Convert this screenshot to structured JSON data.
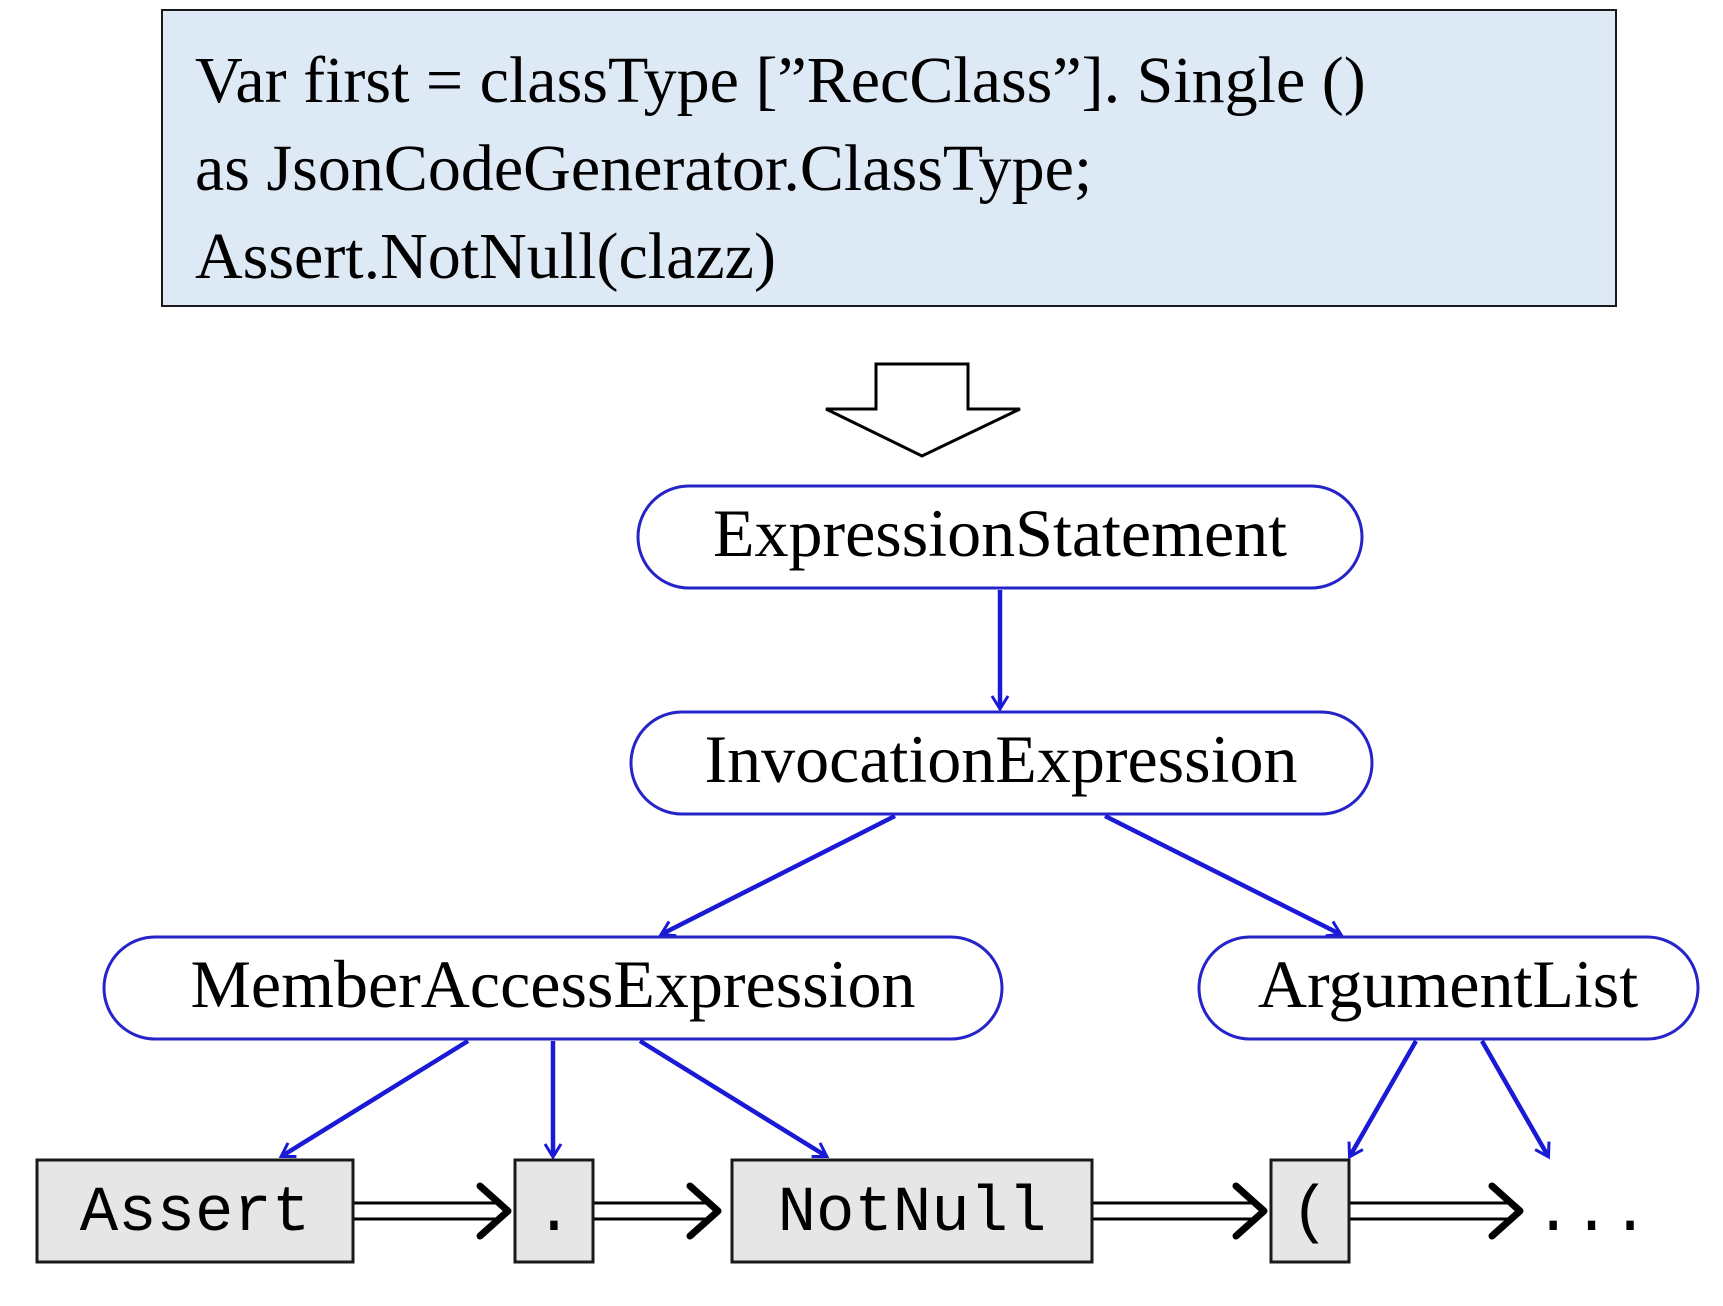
{
  "code": {
    "lines": [
      "Var first = classType [”RecClass”]. Single ()",
      "as JsonCodeGenerator.ClassType;",
      "Assert.NotNull(clazz)"
    ]
  },
  "tree": {
    "root": "ExpressionStatement",
    "invocation": "InvocationExpression",
    "member_access": "MemberAccessExpression",
    "argument_list": "ArgumentList"
  },
  "tokens": {
    "assert": "Assert",
    "dot": ".",
    "notnull": "NotNull",
    "paren": "(",
    "ellipsis": "..."
  },
  "colors": {
    "edge": "#1a1ad6",
    "node_border": "#2424c8",
    "token_fill": "#e6e6e6",
    "code_box_fill": "#dde9f5"
  },
  "icons": {
    "transform_arrow": "down-arrow-icon"
  }
}
